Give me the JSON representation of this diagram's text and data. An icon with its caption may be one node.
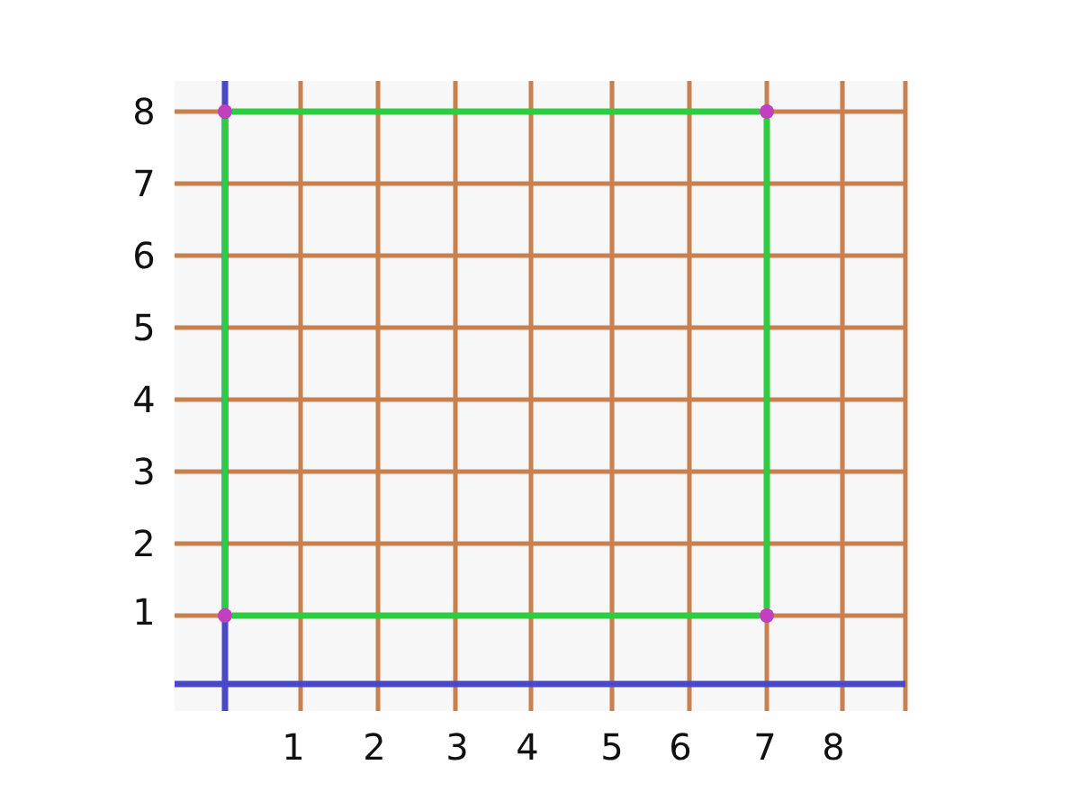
{
  "diagram": {
    "nodes": [
      {
        "text": [],
        "shape": "circle"
      },
      {
        "text": [],
        "shape": "circle"
      },
      {
        "text": [],
        "shape": "circle"
      },
      {
        "text": [],
        "shape": "circle"
      }
    ],
    "edges": [
      {
        "from": 0,
        "to": 1,
        "arrow": "none"
      },
      {
        "from": 1,
        "to": 3,
        "arrow": "none"
      },
      {
        "from": 3,
        "to": 2,
        "arrow": "none"
      },
      {
        "from": 2,
        "to": 0,
        "arrow": "none"
      }
    ],
    "labels": [
      "8",
      "7",
      "6",
      "5",
      "4",
      "3",
      "2",
      "1",
      "1",
      "2",
      "3",
      "4",
      "5",
      "6",
      "7",
      "8"
    ]
  }
}
